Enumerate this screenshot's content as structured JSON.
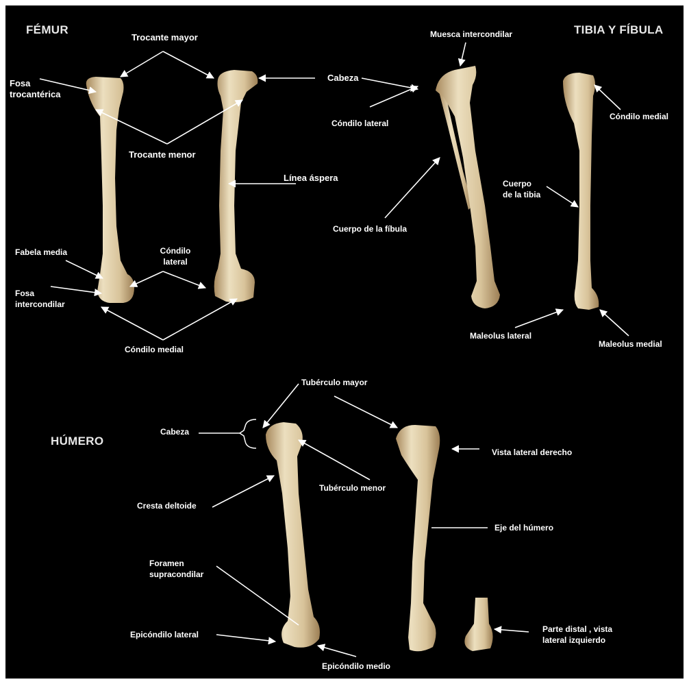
{
  "sections": {
    "femur": "FÉMUR",
    "tibia": "TIBIA Y FÍBULA",
    "humero": "HÚMERO"
  },
  "labels": {
    "femur": {
      "trocante_mayor": "Trocante mayor",
      "fosa_trocanterica": "Fosa\ntrocantérica",
      "cabeza": "Cabeza",
      "trocante_menor": "Trocante menor",
      "linea_aspera": "Línea áspera",
      "fabela_media": "Fabela media",
      "condilo_lateral": "Cóndilo\nlateral",
      "fosa_intercondilar": "Fosa\nintercondilar",
      "condilo_medial": "Cóndilo medial"
    },
    "tibia": {
      "muesca_intercondilar": "Muesca intercondilar",
      "condilo_lateral": "Cóndilo lateral",
      "condilo_medial": "Cóndilo medial",
      "cuerpo_tibia": "Cuerpo\nde la  tibia",
      "cuerpo_fibula": "Cuerpo de la fíbula",
      "maleolus_lateral": "Maleolus lateral",
      "maleolus_medial": "Maleolus medial"
    },
    "humero": {
      "tuberculo_mayor": "Tubérculo mayor",
      "cabeza": "Cabeza",
      "vista_lateral": "Vista lateral derecho",
      "tuberculo_menor": "Tubérculo menor",
      "cresta_deltoide": "Cresta deltoide",
      "eje": "Eje del húmero",
      "foramen": "Foramen\nsupracondilar",
      "epicondilo_lateral": "Epicóndilo lateral",
      "epicondilo_medio": "Epicóndilo medio",
      "parte_distal": "Parte distal , vista\nlateral izquierdo"
    }
  },
  "colors": {
    "background": "#000000",
    "bone_light": "#eadcb8",
    "bone_mid": "#cdb58a",
    "bone_dark": "#9c7f55",
    "text": "#ffffff"
  }
}
